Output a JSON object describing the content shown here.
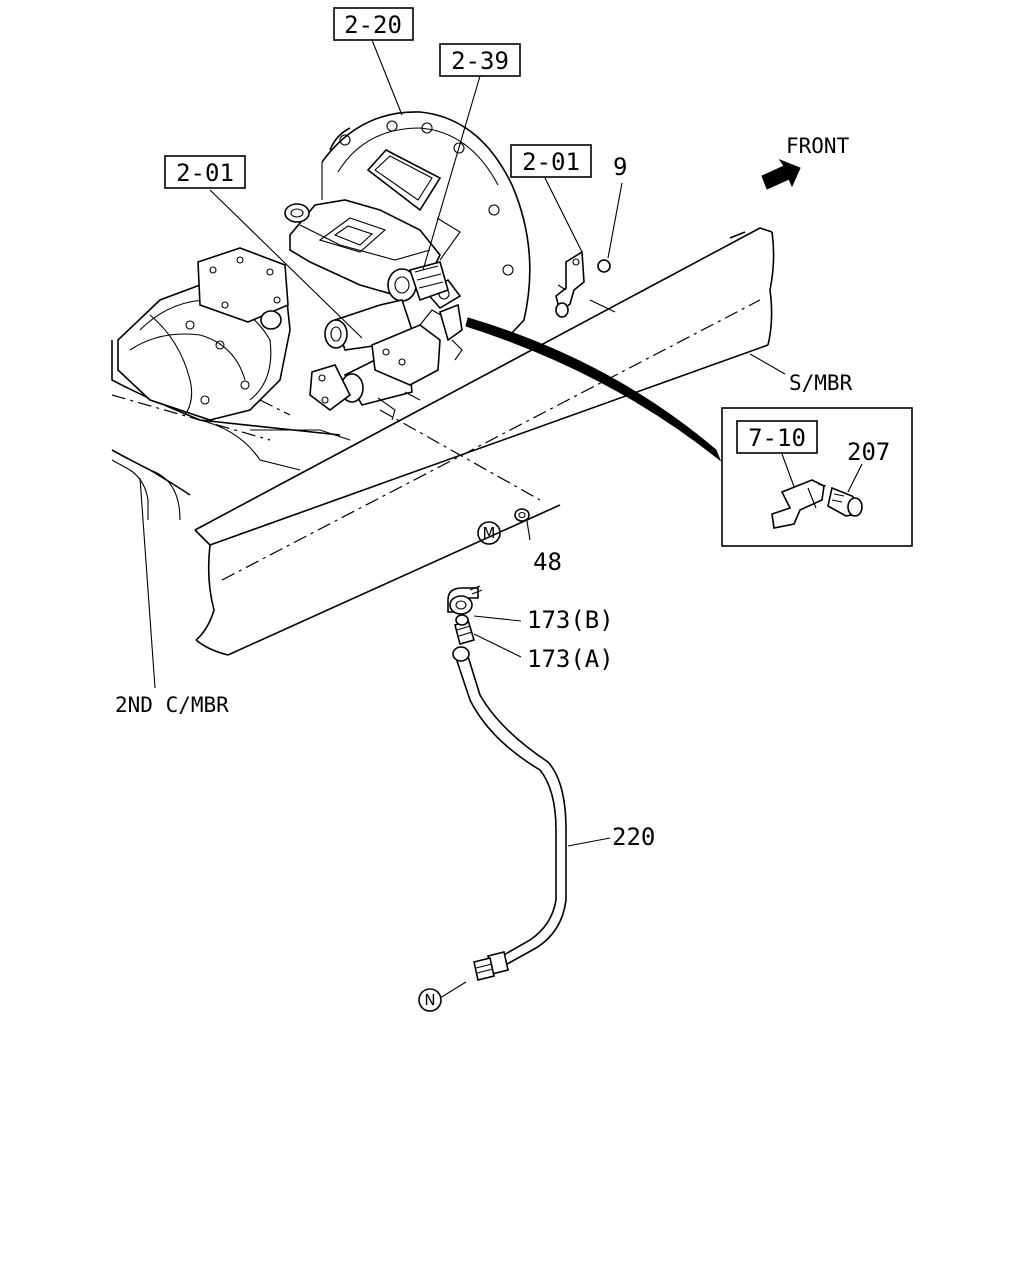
{
  "ref_boxes": {
    "r_2_20": "2-20",
    "r_2_39": "2-39",
    "r_2_01_a": "2-01",
    "r_2_01_b": "2-01",
    "r_7_10": "7-10"
  },
  "labels": {
    "front": "FRONT",
    "side_member": "S/MBR",
    "second_cross_member": "2ND C/MBR",
    "p9": "9",
    "p48": "48",
    "p173b": "173(B)",
    "p173a": "173(A)",
    "p207": "207",
    "p220": "220"
  },
  "markers": {
    "m": "M",
    "n": "N"
  },
  "icons": {
    "front_arrow": "arrow-upright-icon"
  }
}
